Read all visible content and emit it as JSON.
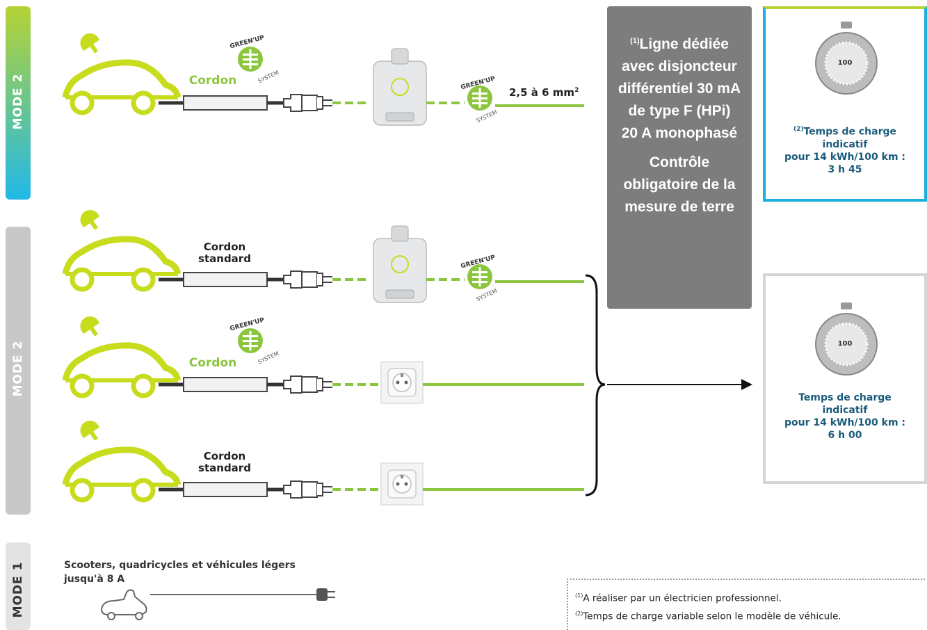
{
  "modes": {
    "top": "MODE 2",
    "middle": "MODE 2",
    "bottom": "MODE 1"
  },
  "rows": {
    "r1_cord": "Cordon",
    "r1_cable": "2,5 à 6 mm",
    "r1_cable_sup": "2",
    "r2_cord_line1": "Cordon",
    "r2_cord_line2": "standard",
    "r3_cord": "Cordon",
    "r4_cord_line1": "Cordon",
    "r4_cord_line2": "standard"
  },
  "logo": {
    "top": "GREEN'UP",
    "bottom": "SYSTEM"
  },
  "gray_box": {
    "sup": "(1)",
    "line1": "Ligne dédiée",
    "line2": "avec disjoncteur",
    "line3": "différentiel 30 mA",
    "line4": "de type F (HPi)",
    "line5": "20 A monophasé",
    "line6": "Contrôle",
    "line7": "obligatoire de la",
    "line8": "mesure de terre"
  },
  "timer_top": {
    "dial": "100",
    "sup": "(2)",
    "line1": "Temps de charge",
    "line2": "indicatif",
    "line3": "pour 14 kWh/100 km :",
    "line4": "3 h 45"
  },
  "timer_bottom": {
    "dial": "100",
    "line1": "Temps de charge",
    "line2": "indicatif",
    "line3": "pour 14 kWh/100 km :",
    "line4": "6 h 00"
  },
  "mode1": {
    "line1": "Scooters, quadricycles et véhicules légers",
    "line2": "jusqu'à 8 A"
  },
  "footnotes": {
    "n1_sup": "(1)",
    "n1": "A réaliser par un électricien professionnel.",
    "n2_sup": "(2)",
    "n2": "Temps de charge variable selon le modèle de véhicule."
  },
  "colors": {
    "green": "#c8dc1e",
    "line_green": "#8cc63f",
    "mode_top_gradient": [
      "#b5d334",
      "#22b8e8"
    ],
    "mode_gray": "#c8c8c8",
    "box_gray": "#7d7d7d",
    "timer_top_border": "#1ab0e0",
    "timer_bottom_border": "#d5d5d5"
  }
}
